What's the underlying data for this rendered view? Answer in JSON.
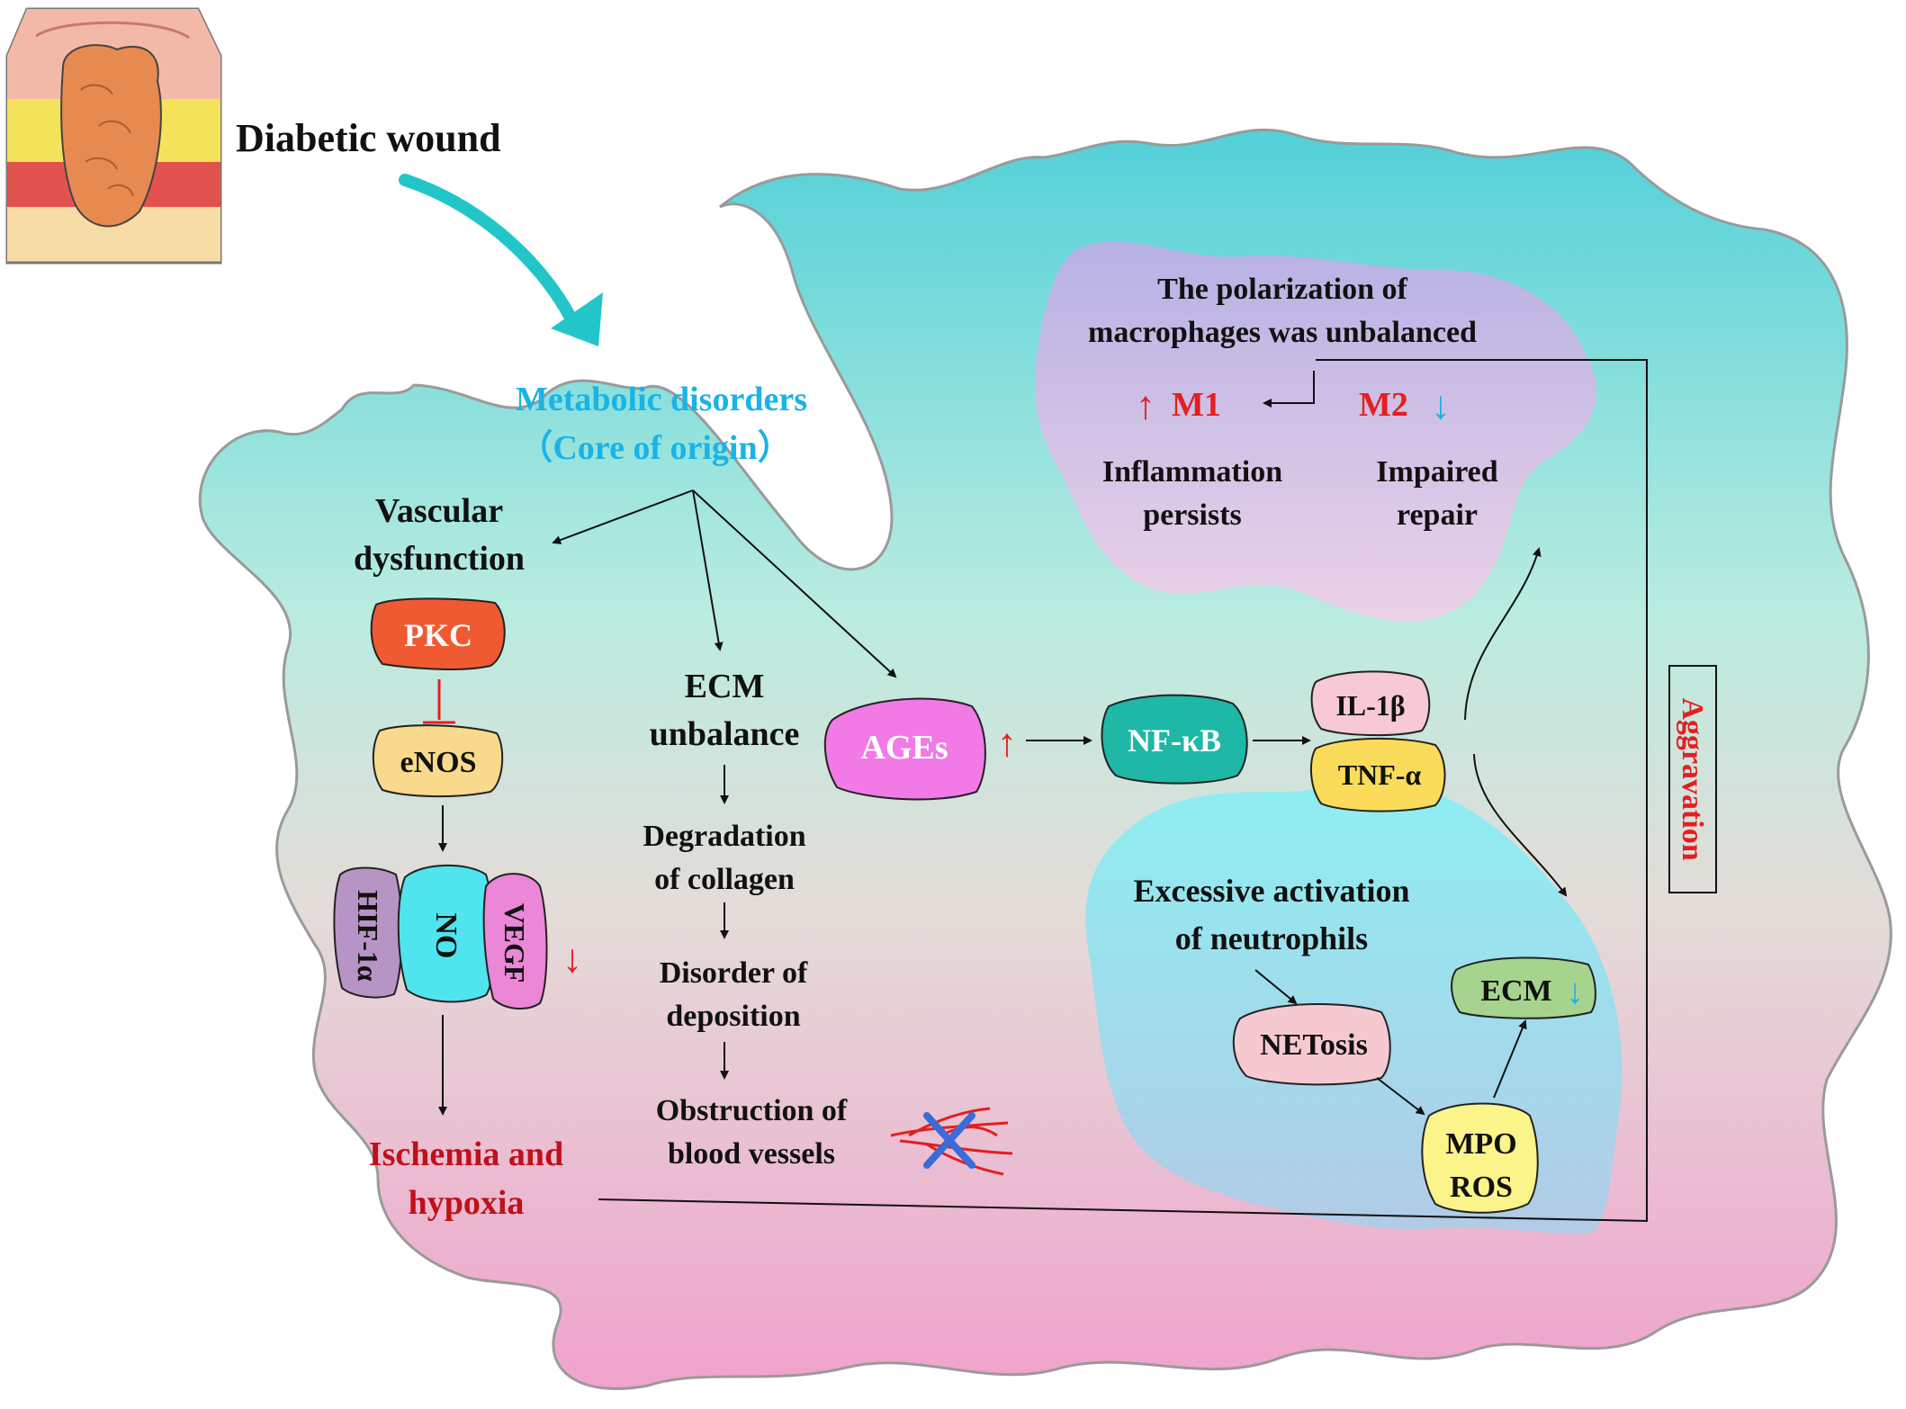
{
  "title": "Diabetic wound",
  "origin": {
    "line1": "Metabolic disorders",
    "line2": "（Core of origin）"
  },
  "vascular": {
    "heading_line1": "Vascular",
    "heading_line2": "dysfunction",
    "pkc": "PKC",
    "enos": "eNOS",
    "hif": "HIF-1α",
    "no": "NO",
    "vegf": "VEGF",
    "down_arrow": "↓",
    "outcome_line1": "Ischemia and",
    "outcome_line2": "hypoxia"
  },
  "ecm": {
    "heading_line1": "ECM",
    "heading_line2": "unbalance",
    "step1_line1": "Degradation",
    "step1_line2": "of collagen",
    "step2_line1": "Disorder of",
    "step2_line2": "deposition",
    "step3_line1": "Obstruction of",
    "step3_line2": "blood vessels"
  },
  "ages": {
    "label": "AGEs",
    "up_arrow": "↑"
  },
  "nfkb": "NF-κB",
  "il1b": "IL-1β",
  "tnfa": "TNF-α",
  "macrophage": {
    "title_line1": "The polarization of",
    "title_line2": "macrophages was unbalanced",
    "m1_arrow": "↑",
    "m1": "M1",
    "m2": "M2",
    "m2_arrow": "↓",
    "m1_effect_line1": "Inflammation",
    "m1_effect_line2": "persists",
    "m2_effect_line1": "Impaired",
    "m2_effect_line2": "repair"
  },
  "neutrophil": {
    "title_line1": "Excessive activation",
    "title_line2": "of neutrophils",
    "netosis": "NETosis",
    "mpo": "MPO",
    "ros": "ROS",
    "ecm": "ECM",
    "ecm_arrow": "↓"
  },
  "aggravation": "Aggravation",
  "colors": {
    "teal": "#5fd3d6",
    "pink": "#f2a6cc",
    "accent_cyan": "#1ab3e6",
    "red_text": "#e41f1f",
    "dark_red_text": "#c0101a",
    "pkc_fill": "#ef5a33",
    "enos_fill": "#f9d98b",
    "hif_fill": "#b794c6",
    "no_fill": "#50e4ee",
    "vegf_fill": "#ec86d6",
    "ages_fill": "#f27ae6",
    "nfkb_fill": "#1fb7a6",
    "il1b_fill": "#f6c9d4",
    "tnfa_fill": "#fbdc5a",
    "netosis_fill": "#f6c9d0",
    "mpo_fill": "#fbf48b",
    "ecm_fill": "#a6d48e"
  }
}
